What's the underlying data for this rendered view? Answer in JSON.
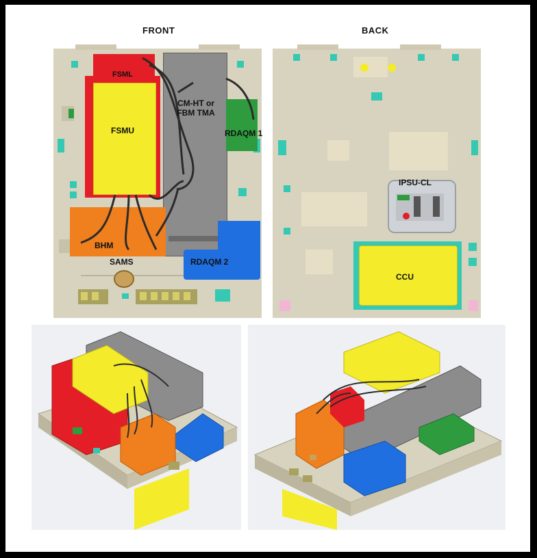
{
  "front_view": {
    "title": "FRONT",
    "labels": {
      "fsml": "FSML",
      "fsmu": "FSMU",
      "cm_ht": "CM-HT or\nFBM TMA",
      "rdaqm1": "RDAQM 1",
      "bhm": "BHM",
      "rdaqm2": "RDAQM 2",
      "sams": "SAMS"
    }
  },
  "back_view": {
    "title": "BACK",
    "labels": {
      "ipsu": "IPSU-CL",
      "ccu": "CCU"
    }
  },
  "colors": {
    "plate": "#d8d3bf",
    "fsml_red": "#e41e26",
    "fsmu_yellow": "#f4ec2a",
    "gray_unit": "#8c8c8c",
    "green_unit": "#2e9c3e",
    "orange_unit": "#f07f1e",
    "blue_unit": "#1f6fe0",
    "teal_marker": "#35c9b3",
    "ipsu_gray": "#cfd2d6"
  },
  "iso_views": [
    {
      "name": "front-isometric-render"
    },
    {
      "name": "back-isometric-render"
    }
  ]
}
